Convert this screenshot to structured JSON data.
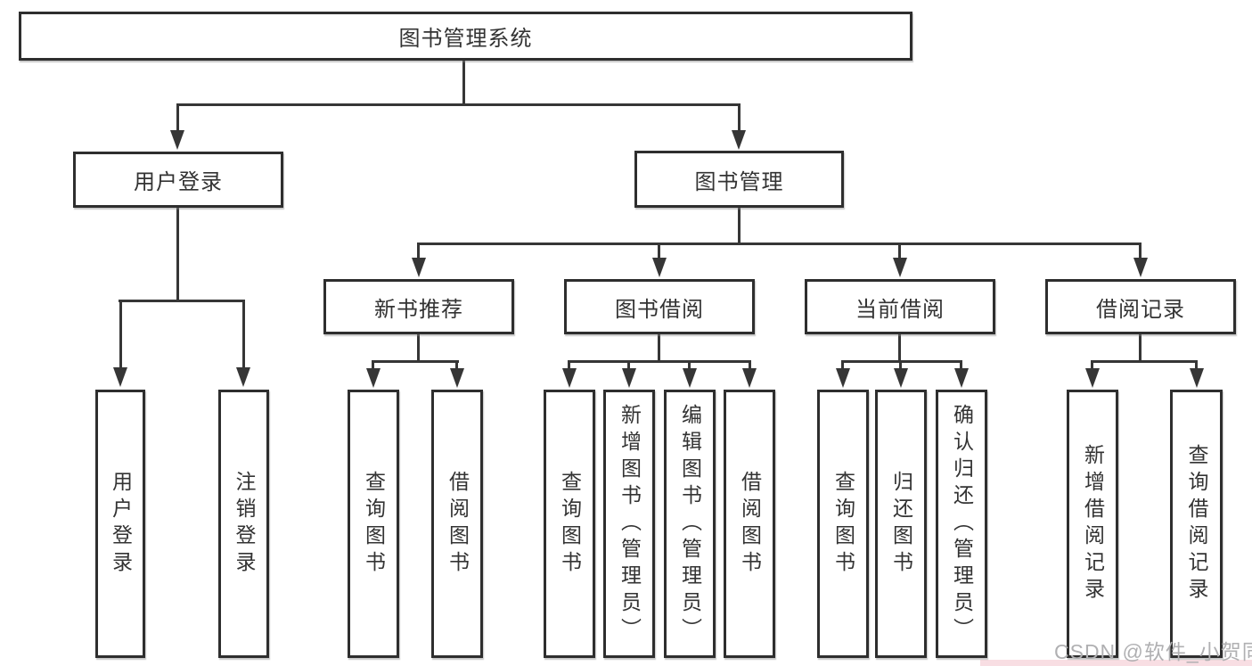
{
  "tree": {
    "root": "图书管理系统",
    "branches": [
      {
        "label": "用户登录",
        "children": [
          "用户登录",
          "注销登录"
        ]
      },
      {
        "label": "图书管理",
        "children": [
          {
            "label": "新书推荐",
            "children": [
              "查询图书",
              "借阅图书"
            ]
          },
          {
            "label": "图书借阅",
            "children": [
              "查询图书",
              "新增图书（管理员）",
              "编辑图书（管理员）",
              "借阅图书"
            ]
          },
          {
            "label": "当前借阅",
            "children": [
              "查询图书",
              "归还图书",
              "确认归还（管理员）"
            ]
          },
          {
            "label": "借阅记录",
            "children": [
              "新增借阅记录",
              "查询借阅记录"
            ]
          }
        ]
      }
    ]
  },
  "watermark": "CSDN @软件_小贺同学",
  "colors": {
    "line": "#363636",
    "box_border": "#2e2e2e",
    "background": "#ffffff",
    "text": "#333333",
    "watermark_text": "#b0b0b2",
    "watermark_bar": "#f8dee3"
  }
}
